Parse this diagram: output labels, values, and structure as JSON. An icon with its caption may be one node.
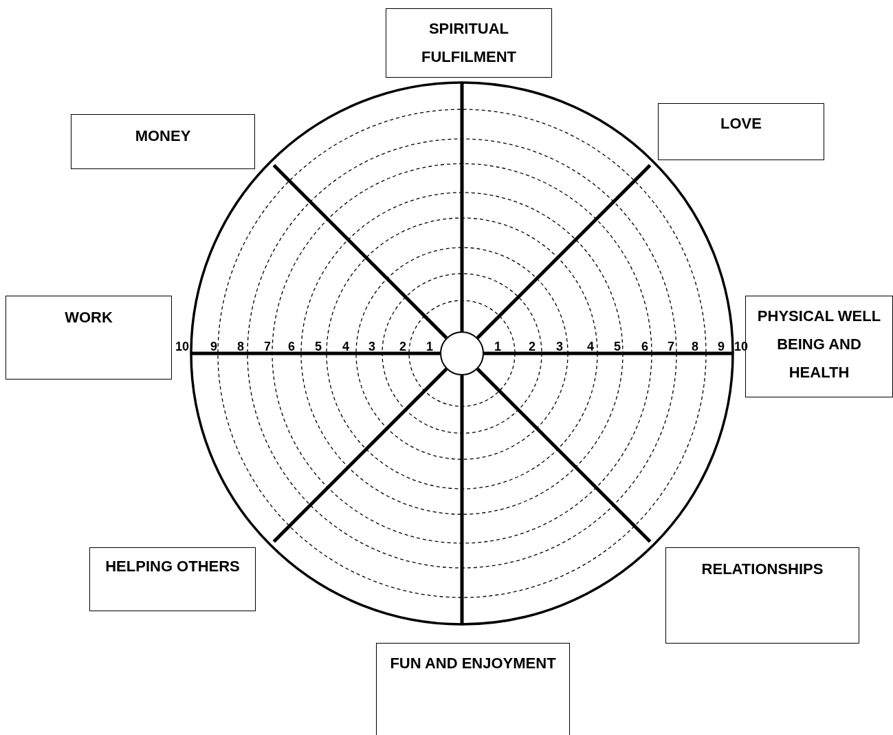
{
  "diagram": {
    "nodes": [
      {
        "text": [
          "SPIRITUAL FULFILMENT"
        ]
      },
      {
        "text": [
          "LOVE"
        ]
      },
      {
        "text": [
          "MONEY"
        ]
      },
      {
        "text": [
          "WORK"
        ]
      },
      {
        "text": [
          "PHYSICAL WELL BEING AND HEALTH"
        ]
      },
      {
        "text": [
          "HELPING OTHERS"
        ]
      },
      {
        "text": [
          "RELATIONSHIPS"
        ]
      },
      {
        "text": [
          "FUN AND ENJOYMENT"
        ]
      }
    ],
    "edges": [],
    "labels": [
      "10",
      "9",
      "8",
      "7",
      "6",
      "5",
      "4",
      "3",
      "2",
      "1",
      "1",
      "2",
      "3",
      "4",
      "5",
      "6",
      "7",
      "8",
      "9",
      "10"
    ]
  }
}
